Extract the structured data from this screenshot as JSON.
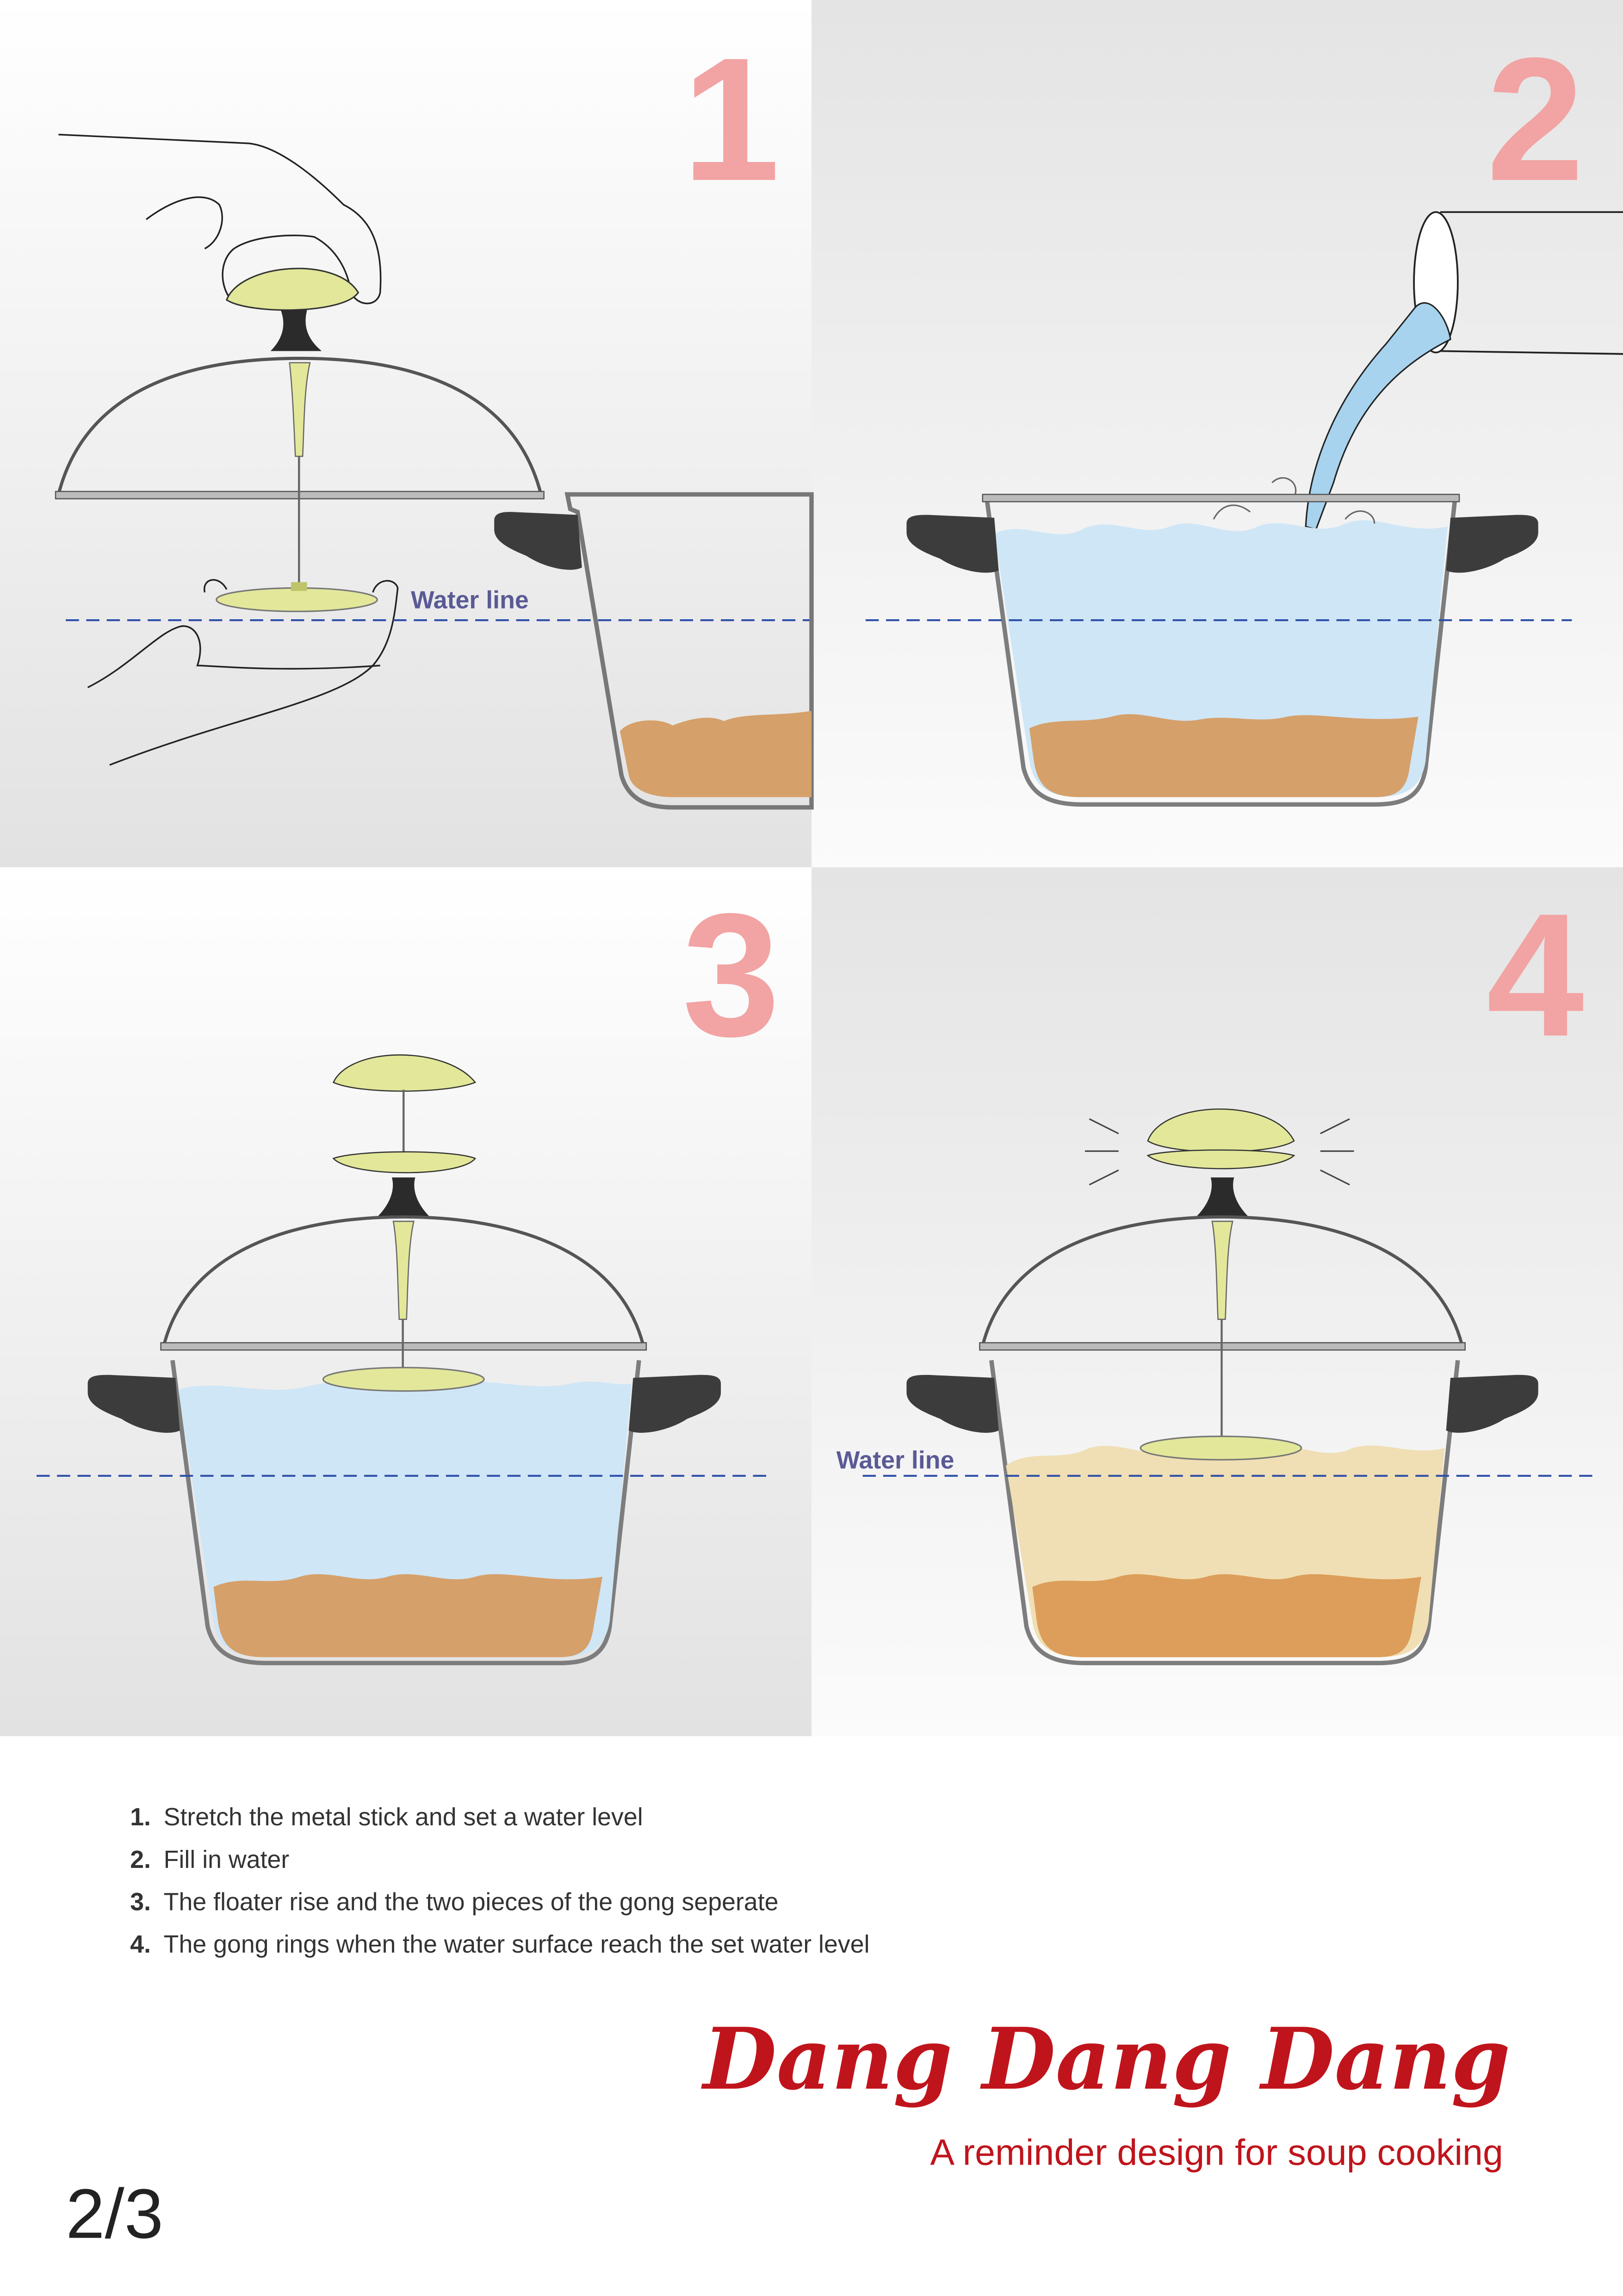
{
  "panels": [
    {
      "number": "1",
      "label": "Water line"
    },
    {
      "number": "2"
    },
    {
      "number": "3"
    },
    {
      "number": "4",
      "label": "Water line"
    }
  ],
  "steps": [
    {
      "n": "1.",
      "text": "Stretch the metal stick and set a water level"
    },
    {
      "n": "2.",
      "text": "Fill in water"
    },
    {
      "n": "3.",
      "text": "The floater rise and the two pieces of the gong seperate"
    },
    {
      "n": "4.",
      "text": "The gong rings when the water surface reach the set water level"
    }
  ],
  "title": "Dang Dang Dang",
  "subtitle": "A reminder design for soup cooking",
  "page_number": "2/3",
  "colors": {
    "number": "#f2a3a3",
    "water": "#cfe6f6",
    "soup": "#f0dfb4",
    "food": "#d6a06a",
    "gong": "#e3e79a",
    "title": "#c0141c",
    "waterline": "#2e4fa8"
  }
}
